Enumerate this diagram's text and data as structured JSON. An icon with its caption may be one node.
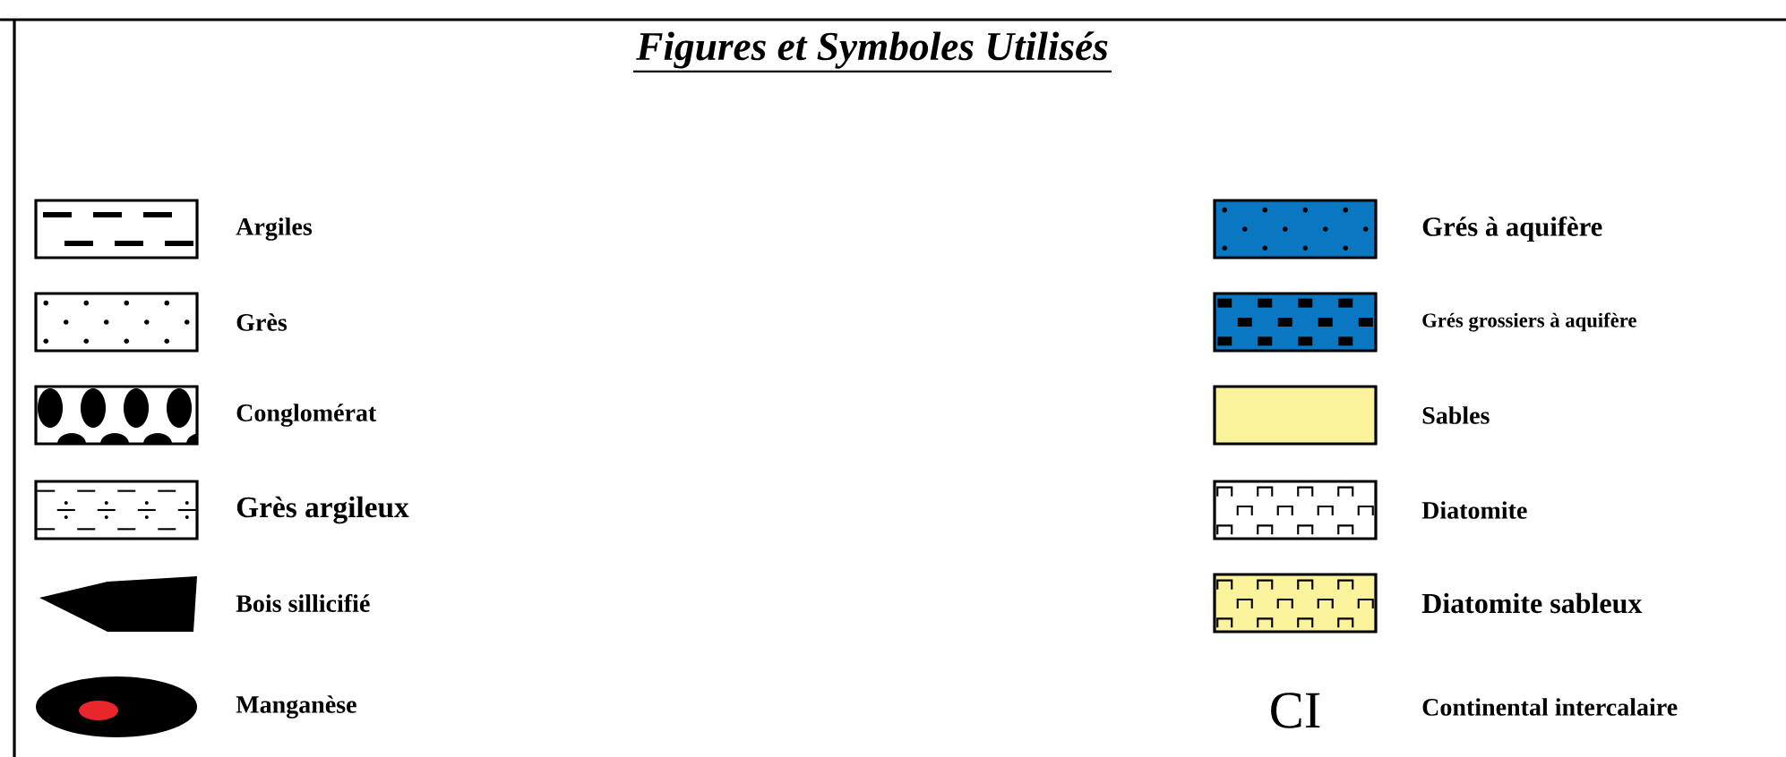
{
  "diagram": {
    "title": "Figures et Symboles Utilisés",
    "labels": [
      "CI"
    ],
    "legend": [
      {
        "text": "Argiles"
      },
      {
        "text": "Grès"
      },
      {
        "text": "Conglomérat"
      },
      {
        "text": "Grès argileux"
      },
      {
        "text": "Bois sillicifié"
      },
      {
        "text": "Manganèse"
      },
      {
        "text": "Grés à aquifère"
      },
      {
        "text": "Grés  grossiers à aquifère"
      },
      {
        "text": "Sables",
        "color": "#fbf39b"
      },
      {
        "text": "Diatomite"
      },
      {
        "text": "Diatomite sableux"
      },
      {
        "text": "Continental intercalaire"
      }
    ]
  }
}
